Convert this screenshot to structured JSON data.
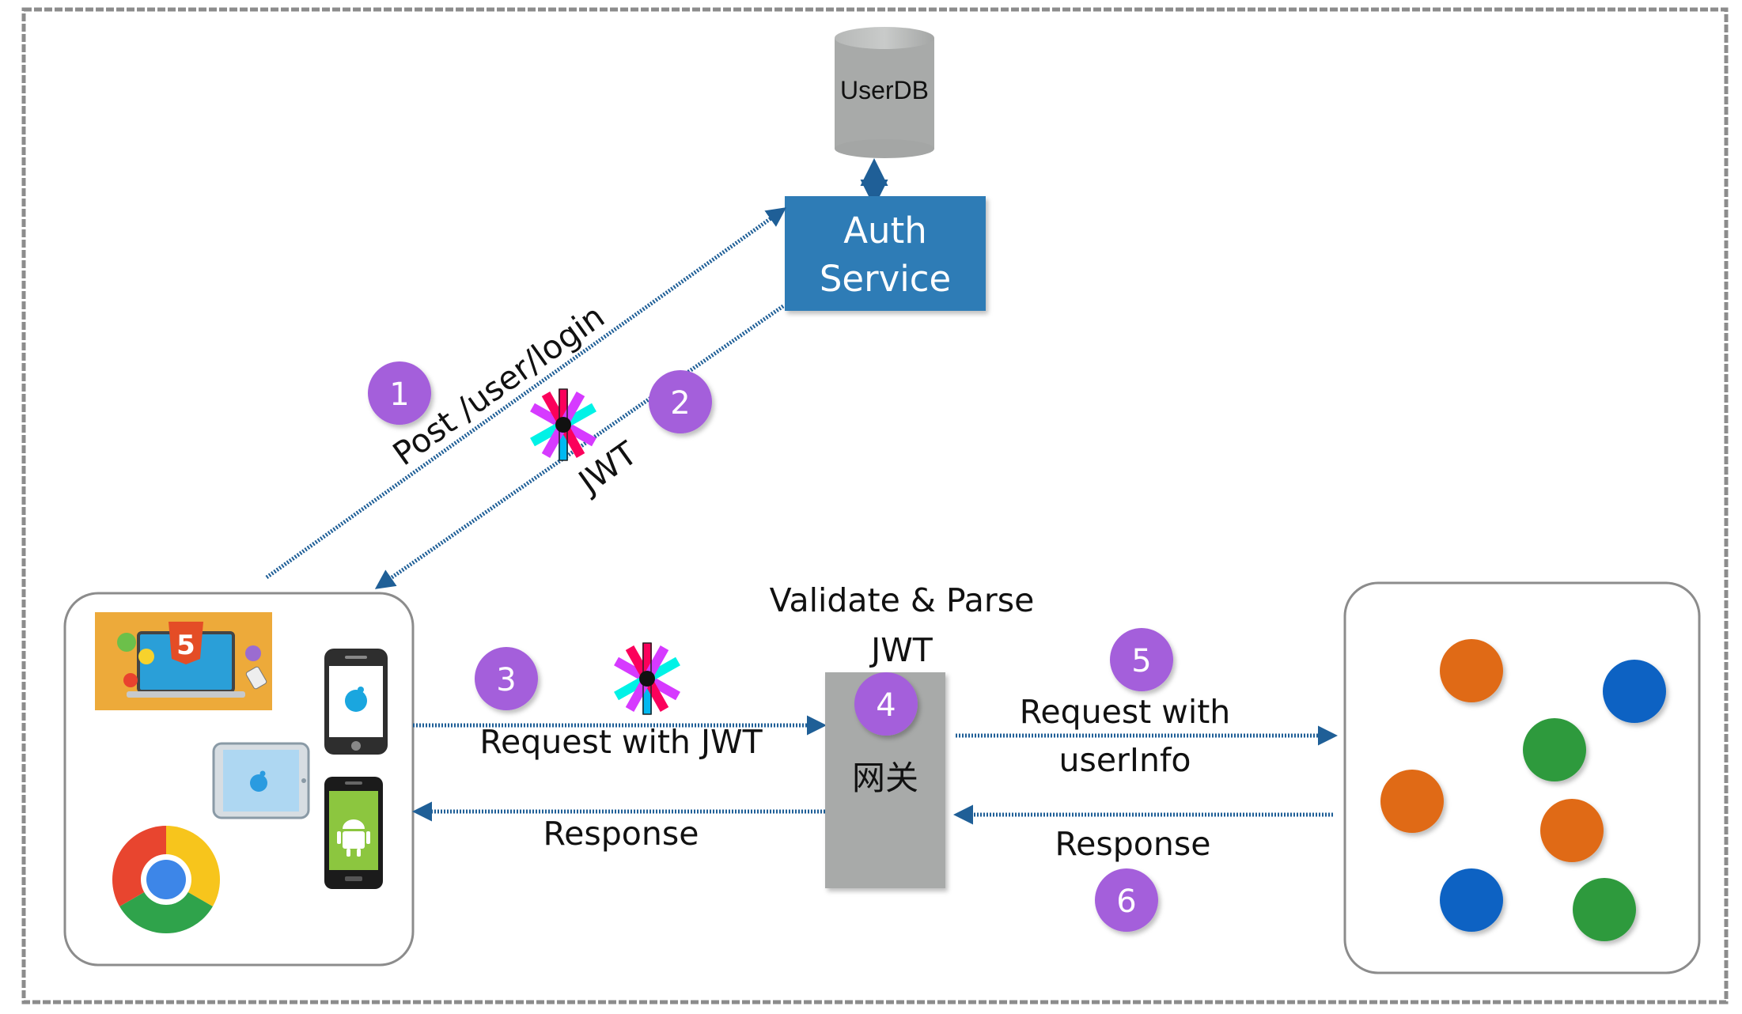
{
  "diagram": {
    "title": "",
    "nodes": {
      "userdb": {
        "label": "UserDB",
        "color": "#a8aaa9"
      },
      "auth_service": {
        "line1": "Auth",
        "line2": "Service",
        "color": "#2d7bb6"
      },
      "gateway": {
        "label_line1": "网关",
        "label": "网关",
        "color": "#a8aaa9"
      }
    },
    "edge_labels": {
      "login": "Post /user/login",
      "jwt_return": "JWT",
      "request_jwt": "Request with JWT",
      "response_left": "Response",
      "validate_line1": "Validate & Parse",
      "validate_line2": "JWT",
      "request_userinfo_line1": "Request with",
      "request_userinfo_line2": "userInfo",
      "response_right": "Response"
    },
    "steps": [
      "1",
      "2",
      "3",
      "4",
      "5",
      "6"
    ],
    "colors": {
      "arrow": "#1f5f97",
      "step_badge": "#a45edb",
      "frame_border": "#8c8c8c",
      "service_orange": "#e06a14",
      "service_blue": "#0a62c3",
      "service_green": "#2e9a3e"
    },
    "icons": [
      "jwt-logo-icon",
      "html5-devices-image",
      "iphone-icon",
      "ipad-icon",
      "android-phone-icon",
      "chrome-icon"
    ]
  }
}
